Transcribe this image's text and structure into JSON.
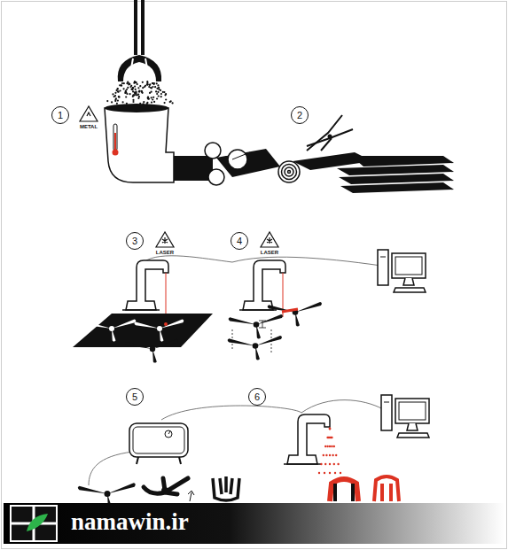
{
  "diagram": {
    "nodes": [
      {
        "text": [
          "1"
        ]
      },
      {
        "text": [
          "2"
        ]
      },
      {
        "text": [
          "3"
        ]
      },
      {
        "text": [
          "4"
        ]
      },
      {
        "text": [
          "5"
        ]
      },
      {
        "text": [
          "6"
        ]
      }
    ],
    "labels": [
      "METAL",
      "LASER",
      "LASER",
      "namawin.ir"
    ]
  }
}
